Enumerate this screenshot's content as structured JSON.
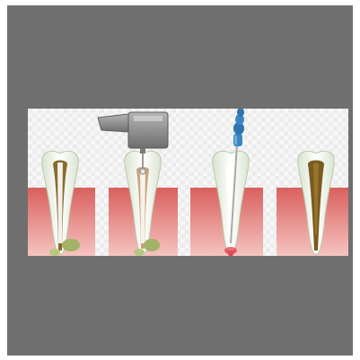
{
  "image": {
    "description_alt": "",
    "panel_color": "#6f6f6f",
    "background_color": "#ffffff",
    "gum_color": "#e77a7a",
    "tooth_color": "#f2f4ee",
    "pulp_color": "#7a5a20",
    "instrument_color": "#8e8e8e",
    "file_handle_color": "#3a86c4",
    "stages": [
      {
        "name": "infected-tooth"
      },
      {
        "name": "drilling-access"
      },
      {
        "name": "cleaning-canal"
      },
      {
        "name": "filled-canal"
      }
    ]
  }
}
